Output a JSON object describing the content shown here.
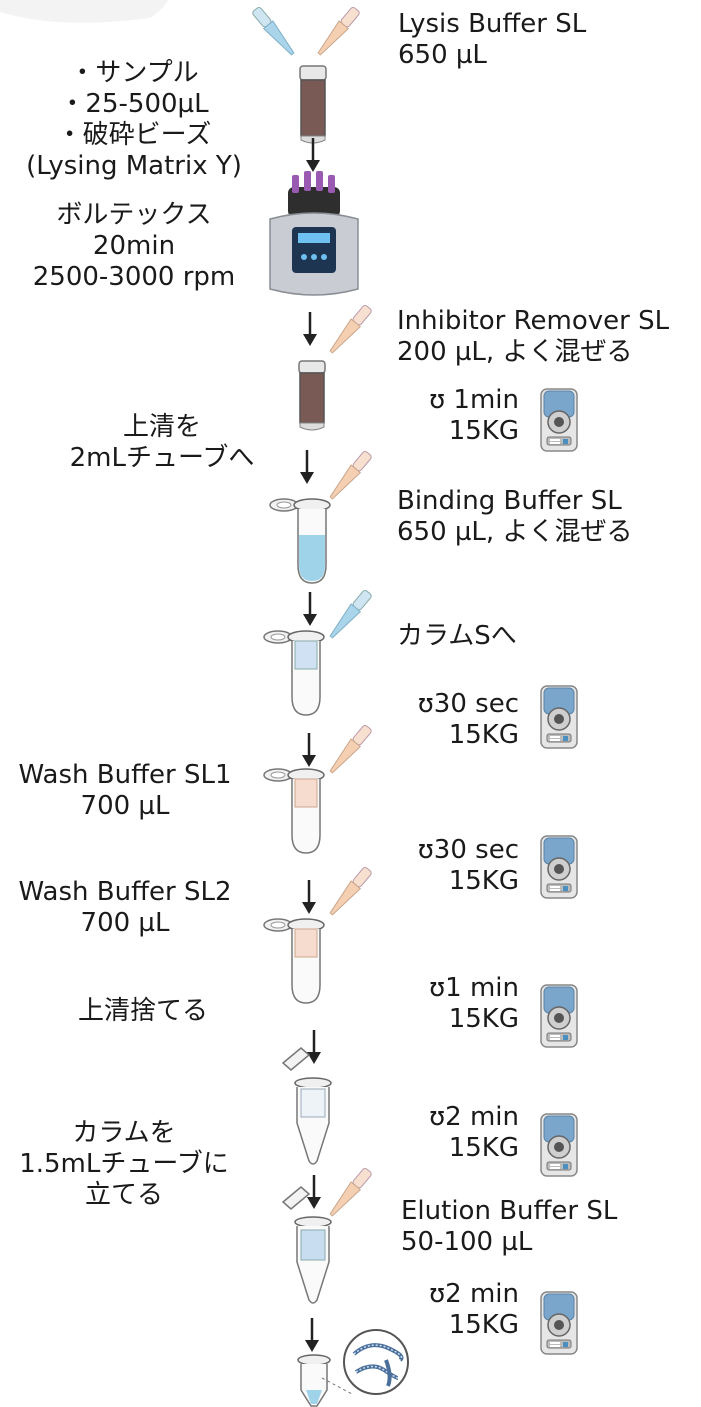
{
  "steps": {
    "lysis": {
      "name": "Lysis Buffer SL",
      "volume": "650 µL"
    },
    "sample": {
      "l1": "・サンプル",
      "l2": "・25-500µL",
      "l3": "・破砕ビーズ",
      "l4": "(Lysing Matrix Y)"
    },
    "vortex": {
      "l1": "ボルテックス",
      "l2": "20min",
      "l3": "2500-3000 rpm"
    },
    "inhibitor": {
      "name": "Inhibitor Remover SL",
      "detail": "200 µL, よく混ぜる"
    },
    "spin1": {
      "time": "ʊ 1min",
      "force": "15KG"
    },
    "transfer": {
      "l1": "上清を",
      "l2": "2mLチューブへ"
    },
    "binding": {
      "name": "Binding Buffer SL",
      "detail": "650 µL, よく混ぜる"
    },
    "column": {
      "label": "カラムSへ"
    },
    "spin2": {
      "time": "ʊ30 sec",
      "force": "15KG"
    },
    "wash1": {
      "name": "Wash Buffer SL1",
      "volume": "700 µL"
    },
    "spin3": {
      "time": "ʊ30 sec",
      "force": "15KG"
    },
    "wash2": {
      "name": "Wash Buffer SL2",
      "volume": "700 µL"
    },
    "discard": {
      "label": "上清捨てる"
    },
    "spin4": {
      "time": "ʊ1 min",
      "force": "15KG"
    },
    "spin5": {
      "time": "ʊ2 min",
      "force": "15KG"
    },
    "move": {
      "l1": "カラムを",
      "l2": "1.5mLチューブに",
      "l3": "立てる"
    },
    "elution": {
      "name": "Elution Buffer SL",
      "volume": "50-100 µL"
    },
    "spin6": {
      "time": "ʊ2 min",
      "force": "15KG"
    }
  },
  "colors": {
    "arrow": "#222222",
    "tip_blue": "#9fd0e8",
    "tip_orange": "#f2c9a8",
    "lysate": "#7a5a55",
    "liquid_blue": "#9fd3ea",
    "liquid_peach": "#f6dccf",
    "centrifuge_lid": "#6f9fc6"
  }
}
